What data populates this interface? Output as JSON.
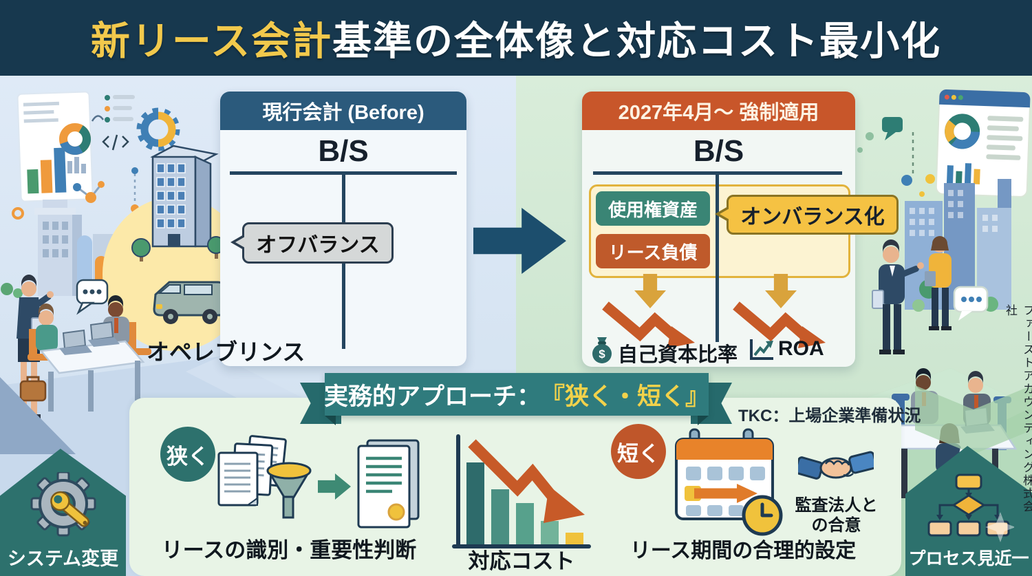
{
  "title": {
    "highlight": "新リース会計",
    "rest": "基準の全体像と対応コスト最小化"
  },
  "before_panel": {
    "header": "現行会計 (Before)",
    "bs_label": "B/S",
    "offbalance_bubble": "オフバランス",
    "note": "オペレブリンス"
  },
  "after_panel": {
    "header": "2027年4月〜 強制適用",
    "bs_label": "B/S",
    "rou_asset_box": "使用権資産",
    "lease_liability_box": "リース負債",
    "onbalance_bubble": "オンバランス化",
    "equity_ratio_label": "自己資本比率",
    "roa_label": "ROA"
  },
  "ribbon": {
    "prefix": "実務的アプローチ：",
    "highlight": "『狭く・短く』",
    "source_note": "TKC：上場企業準備状況"
  },
  "approach": {
    "narrow_badge": "狭く",
    "narrow_label": "リースの識別・重要性判断",
    "cost_label": "対応コスト",
    "short_badge": "短く",
    "agreement_line1": "監査法人と",
    "agreement_line2": "の合意",
    "short_label": "リース期間の合理的設定"
  },
  "corners": {
    "left_label": "システム変更",
    "right_label": "プロセス見近一"
  },
  "watermark_vertical": "ファーストアカウンティング株式会社",
  "icons": {
    "dollar": "$"
  },
  "colors": {
    "header_bg": "#17384e",
    "title_highlight": "#f2c94c",
    "before_header": "#2b5a7c",
    "after_header": "#c8562a",
    "asset_green": "#3a8575",
    "liability_orange": "#bf5a2b",
    "onbalance_yellow": "#f5c243",
    "ribbon_teal": "#2f7b7d",
    "badge_teal": "#2d716d",
    "badge_orange": "#bf562a",
    "arrow_navy": "#1c4e6d",
    "decline_orange": "#c75a28",
    "gold_arrow": "#d9a33c",
    "panel_green": "#e8f4e6",
    "bg_left": "#dce9f6",
    "bg_right": "#d4e8d8"
  },
  "chart_data": {
    "type": "bar",
    "title": "対応コスト",
    "categories": [
      "",
      "",
      "",
      "",
      ""
    ],
    "values": [
      100,
      68,
      52,
      30,
      16
    ],
    "colors": [
      "#2e6b6b",
      "#4a8f82",
      "#57a18c",
      "#72b39a",
      "#f0c23c"
    ],
    "xlabel": "",
    "ylabel": "",
    "annotation": "declining-cost-arrow",
    "axes_labeled": false
  }
}
